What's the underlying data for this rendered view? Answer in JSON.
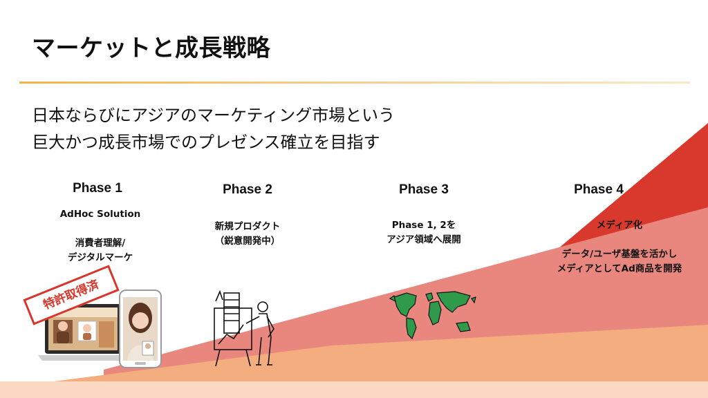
{
  "title": "マーケットと成長戦略",
  "headline": {
    "line1": "日本ならびにアジアのマーケティング市場という",
    "line2": "巨大かつ成長市場でのプレゼンス確立を目指す"
  },
  "phases": [
    {
      "label": "Phase 1",
      "lines": [
        "AdHoc Solution",
        "",
        "消費者理解/",
        "デジタルマーケ"
      ]
    },
    {
      "label": "Phase 2",
      "lines": [
        "新規プロダクト",
        "（鋭意開発中）"
      ]
    },
    {
      "label": "Phase 3",
      "lines": [
        "Phase 1, 2を",
        "アジア領域へ展開"
      ]
    },
    {
      "label": "Phase 4",
      "lines": [
        "メディア化",
        "",
        "データ/ユーザ基盤を活かし",
        "メディアとしてAd商品を開発"
      ]
    }
  ],
  "patent_badge": "特許取得済",
  "icons": [
    "laptop-video-chat-icon",
    "smartphone-video-call-icon",
    "presenter-growth-chart-icon",
    "world-map-icon"
  ],
  "colors": {
    "accent_rule": "#f3b34a",
    "growth_red": "#d8392c",
    "growth_pink": "#e9877f",
    "growth_orange": "#f4ad7e",
    "growth_peach": "#fbd9c3",
    "patent_red": "#d9352a"
  }
}
